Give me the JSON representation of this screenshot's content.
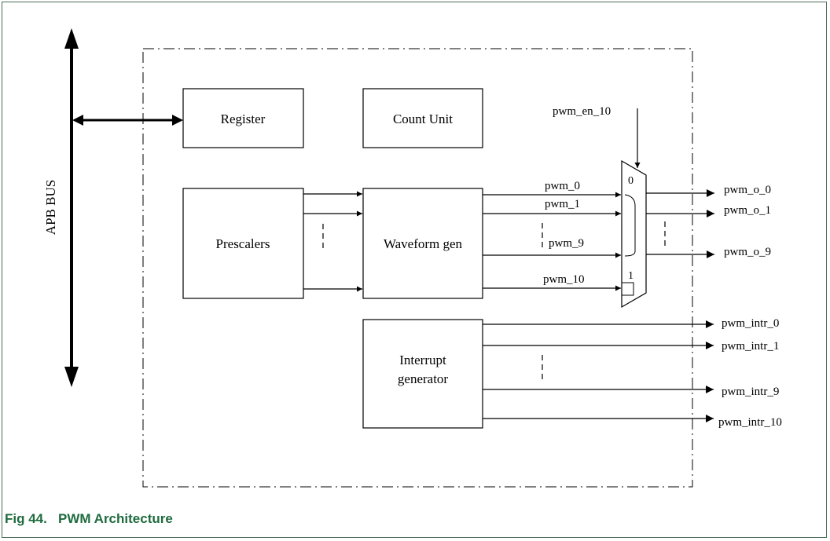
{
  "caption": {
    "number": "Fig 44.",
    "title": "PWM Architecture"
  },
  "bus": {
    "label": "APB BUS"
  },
  "blocks": {
    "register": "Register",
    "count_unit": "Count Unit",
    "prescalers": "Prescalers",
    "waveform_gen": "Waveform gen",
    "interrupt_line1": "Interrupt",
    "interrupt_line2": "generator"
  },
  "mux": {
    "select_signal": "pwm_en_10",
    "input_0": "0",
    "input_1": "1"
  },
  "internal_signals": {
    "pwm_0": "pwm_0",
    "pwm_1": "pwm_1",
    "pwm_9": "pwm_9",
    "pwm_10": "pwm_10"
  },
  "outputs": {
    "pwm_o_0": "pwm_o_0",
    "pwm_o_1": "pwm_o_1",
    "pwm_o_9": "pwm_o_9",
    "pwm_intr_0": "pwm_intr_0",
    "pwm_intr_1": "pwm_intr_1",
    "pwm_intr_9": "pwm_intr_9",
    "pwm_intr_10": "pwm_intr_10"
  },
  "colors": {
    "frame_border": "#4a6b57",
    "caption": "#1f6b3f",
    "lines": "#000000"
  }
}
